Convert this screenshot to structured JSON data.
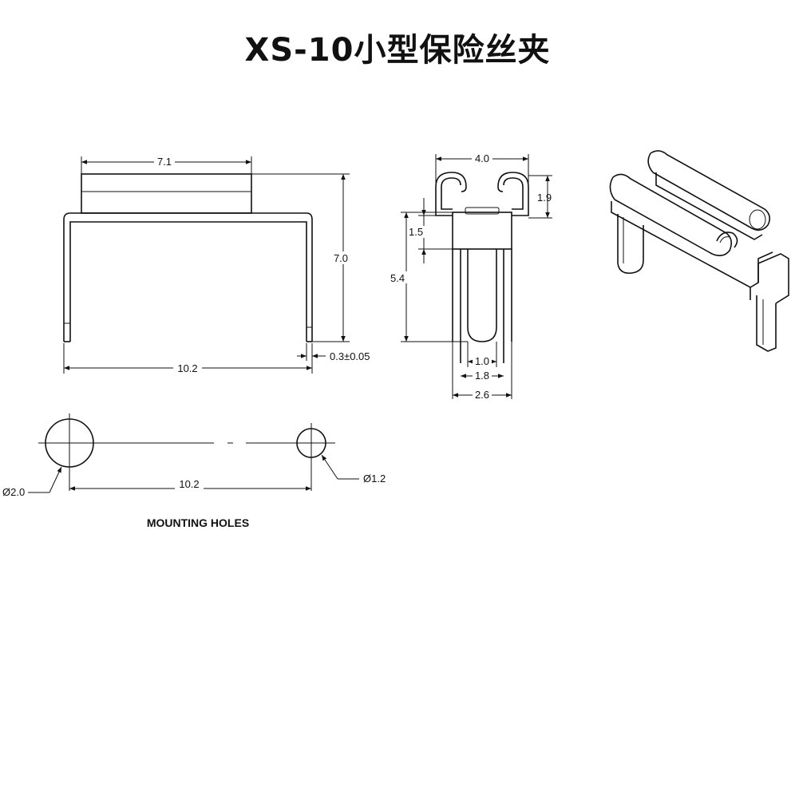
{
  "title": "XS-10小型保险丝夹",
  "front_view": {
    "dim_width_top": "7.1",
    "dim_height": "7.0",
    "dim_width_total": "10.2",
    "dim_thickness": "0.3±0.05"
  },
  "side_view": {
    "dim_top_width": "4.0",
    "dim_clip_height": "1.9",
    "dim_upper": "1.5",
    "dim_height": "5.4",
    "dim_slot": "1.0",
    "dim_inner": "1.8",
    "dim_outer": "2.6"
  },
  "mounting_holes": {
    "dim_large_hole": "Ø2.0",
    "dim_small_hole": "Ø1.2",
    "dim_spacing": "10.2",
    "caption": "MOUNTING HOLES"
  }
}
